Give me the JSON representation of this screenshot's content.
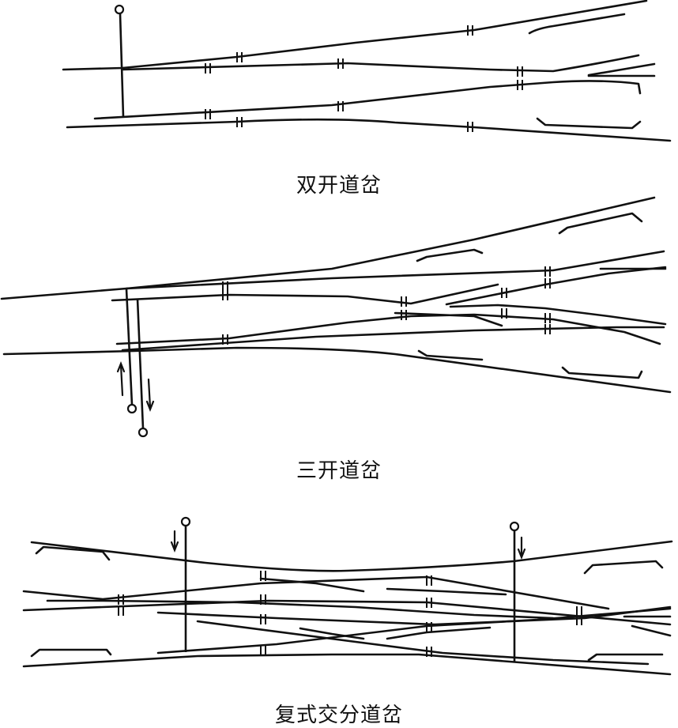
{
  "captions": {
    "double": "双开道岔",
    "triple": "三开道岔",
    "crossover": "复式交分道岔"
  }
}
